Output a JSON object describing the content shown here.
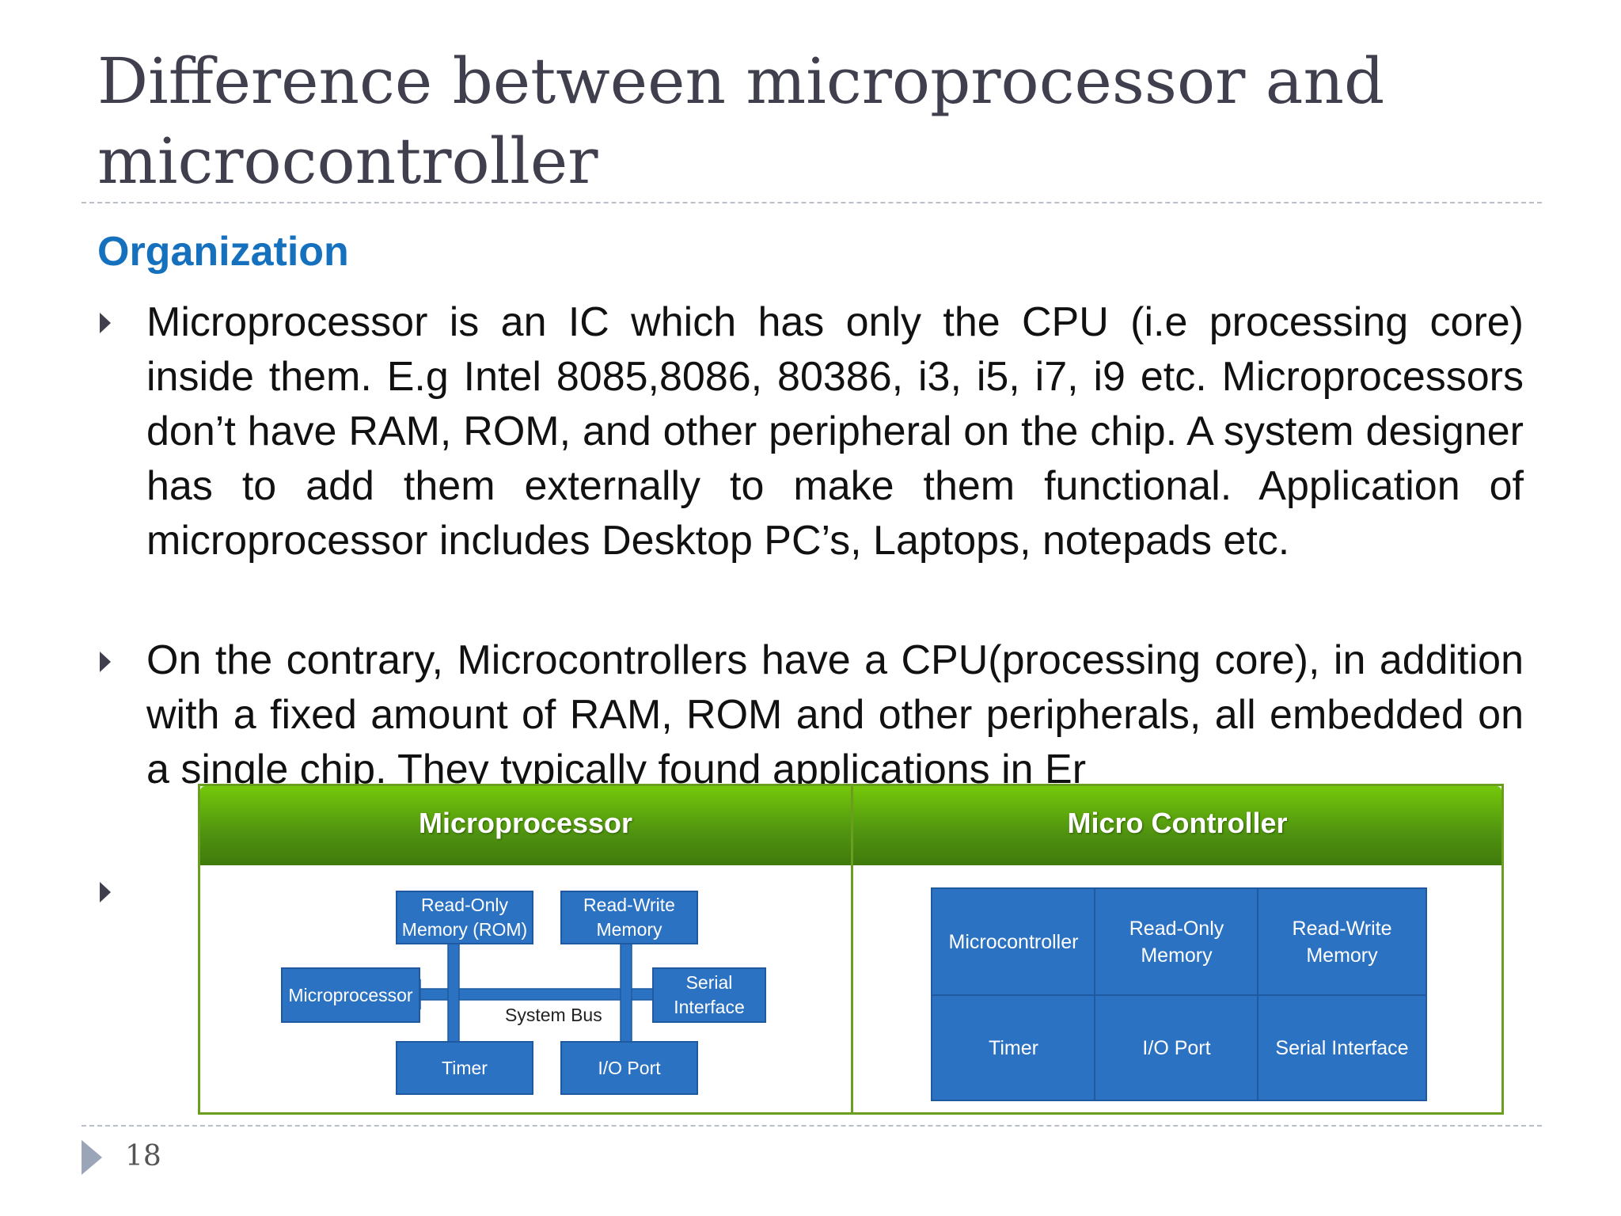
{
  "slide": {
    "title": "Difference between microprocessor and microcontroller",
    "section_heading": "Organization",
    "bullets": [
      {
        "text": "Microprocessor is an IC which has only the CPU (i.e processing core) inside them. E.g Intel 8085,8086, 80386, i3, i5, i7, i9 etc. Microprocessors don’t have RAM, ROM, and other peripheral on the chip. A system designer has to add them externally to make them functional. Application of microprocessor includes Desktop PC’s, Laptops, notepads etc."
      },
      {
        "text": "On the contrary, Microcontrollers have a CPU(processing core), in addition with a fixed amount of RAM, ROM and other peripherals, all embedded on a single chip. They typically found applications in Er"
      },
      {
        "text": ""
      }
    ],
    "page_number": "18"
  },
  "figure": {
    "left_title": "Microprocessor",
    "right_title": "Micro Controller",
    "left_blocks": {
      "rom": "Read-Only Memory (ROM)",
      "rwm": "Read-Write Memory",
      "cpu": "Microprocessor",
      "serial": "Serial Interface",
      "timer": "Timer",
      "io": "I/O Port",
      "bus": "System Bus"
    },
    "right_cells": {
      "mc": "Microcontroller",
      "rom": "Read-Only Memory",
      "rwm": "Read-Write Memory",
      "timer": "Timer",
      "io": "I/O Port",
      "serial": "Serial Interface"
    },
    "colors": {
      "header_green": "#4f9210",
      "block_blue": "#2c72c2",
      "heading_blue": "#1570be"
    }
  }
}
